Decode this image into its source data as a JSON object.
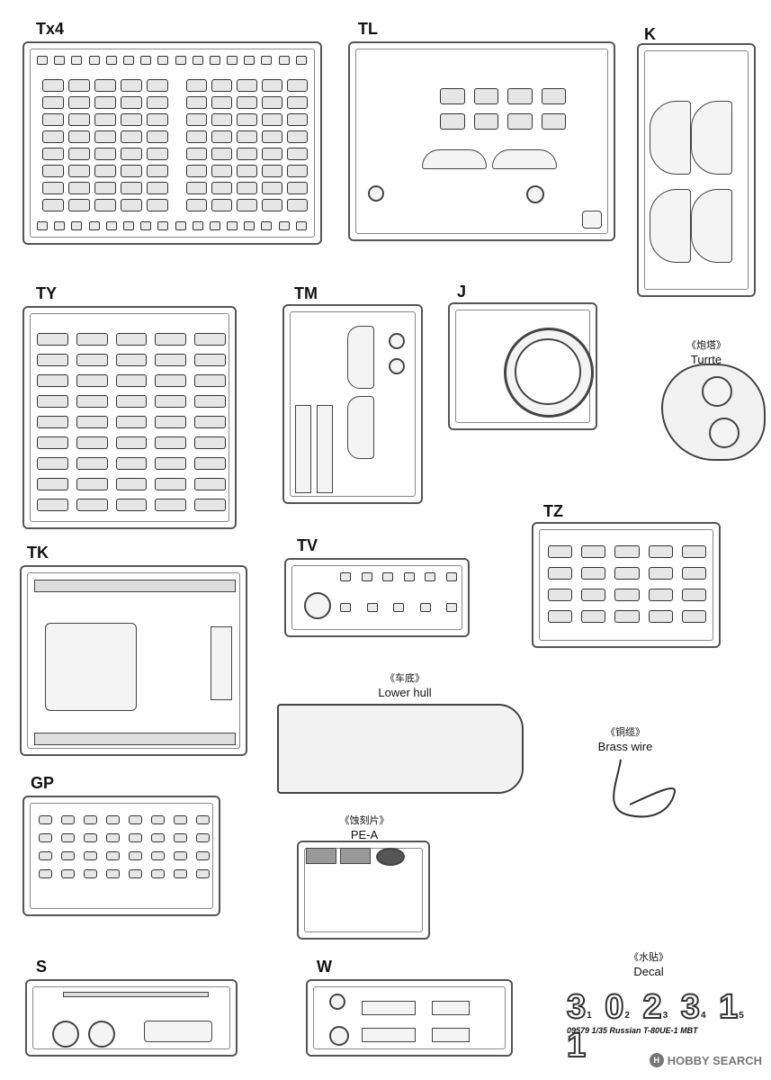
{
  "sprues": {
    "tx4": {
      "letter": "Tx4"
    },
    "tl": {
      "letter": "TL"
    },
    "k": {
      "letter": "K"
    },
    "ty": {
      "letter": "TY"
    },
    "tm": {
      "letter": "TM"
    },
    "j": {
      "letter": "J"
    },
    "tz": {
      "letter": "TZ"
    },
    "tk": {
      "letter": "TK"
    },
    "tv": {
      "letter": "TV"
    },
    "gp": {
      "letter": "GP"
    },
    "s": {
      "letter": "S"
    },
    "w": {
      "letter": "W"
    }
  },
  "parts": {
    "turret": {
      "cn": "《炮塔》",
      "en": "Turrte"
    },
    "lower_hull": {
      "cn": "《车底》",
      "en": "Lower hull"
    },
    "brass_wire": {
      "cn": "《铜缆》",
      "en": "Brass wire"
    },
    "pe_a": {
      "cn": "《蚀刻片》",
      "en": "PE-A"
    },
    "decal": {
      "cn": "《水贴》",
      "en": "Decal"
    }
  },
  "decal_digits": [
    {
      "digit": "3",
      "sub": "1"
    },
    {
      "digit": "0",
      "sub": "2"
    },
    {
      "digit": "2",
      "sub": "3"
    },
    {
      "digit": "3",
      "sub": "4"
    },
    {
      "digit": "1",
      "sub": "5"
    },
    {
      "digit": "1",
      "sub": ""
    }
  ],
  "footer": {
    "product": "09579  1/35  Russian T-80UE-1 MBT"
  },
  "watermark": {
    "text": "HOBBY SEARCH"
  }
}
